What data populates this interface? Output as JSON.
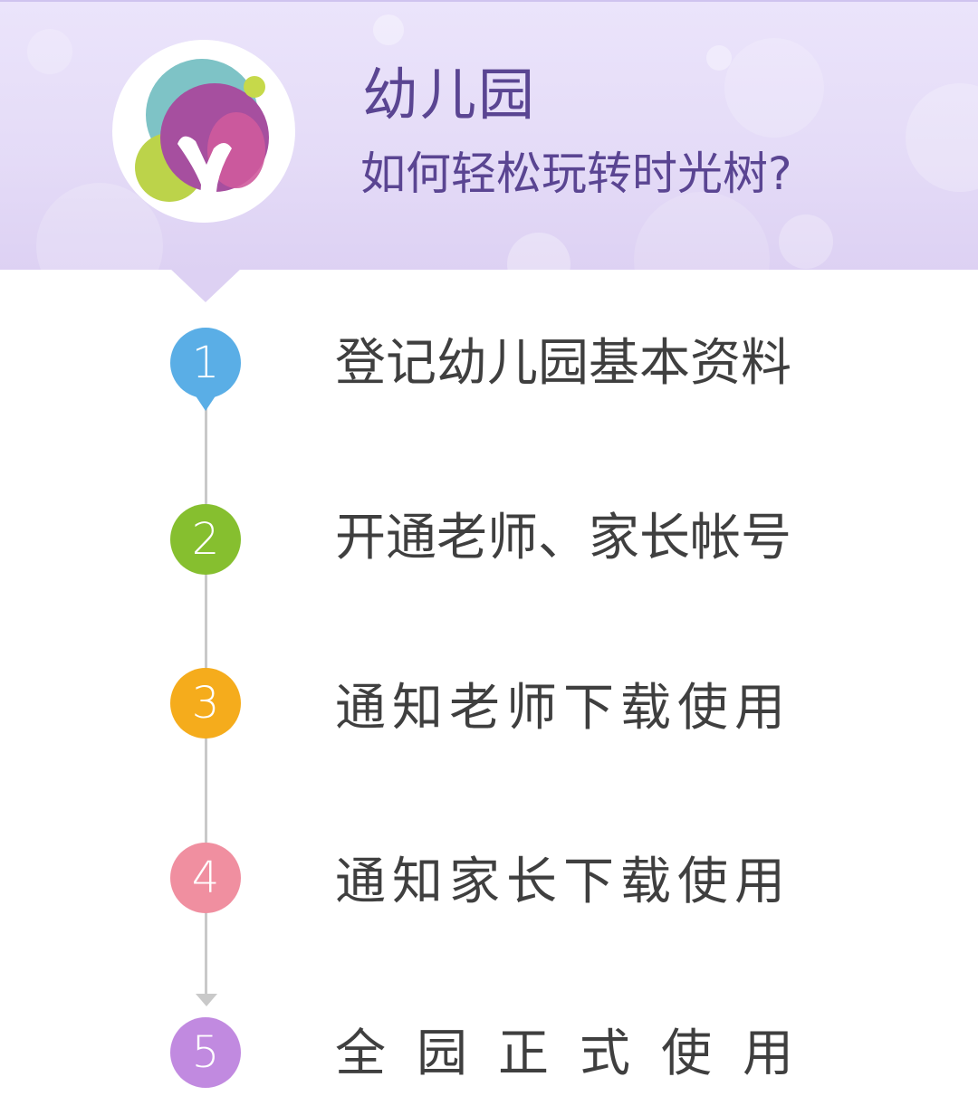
{
  "header": {
    "title": "幼儿园",
    "subtitle": "如何轻松玩转时光树?"
  },
  "colors": {
    "header_bg": "#e6ddf8",
    "title_text": "#5a4592",
    "step1": "#5aaee6",
    "step2": "#86bf2f",
    "step3": "#f5ac1c",
    "step4": "#f08fa0",
    "step5": "#c18ae0",
    "timeline": "#c9c9c9",
    "step_text": "#3f3f3f"
  },
  "logo": {
    "icon": "leaf-tree-logo-icon"
  },
  "steps": [
    {
      "number": "1",
      "label": "登记幼儿园基本资料"
    },
    {
      "number": "2",
      "label": "开通老师、家长帐号"
    },
    {
      "number": "3",
      "label": "通知老师下载使用"
    },
    {
      "number": "4",
      "label": "通知家长下载使用"
    },
    {
      "number": "5",
      "label": "全园正式使用"
    }
  ]
}
